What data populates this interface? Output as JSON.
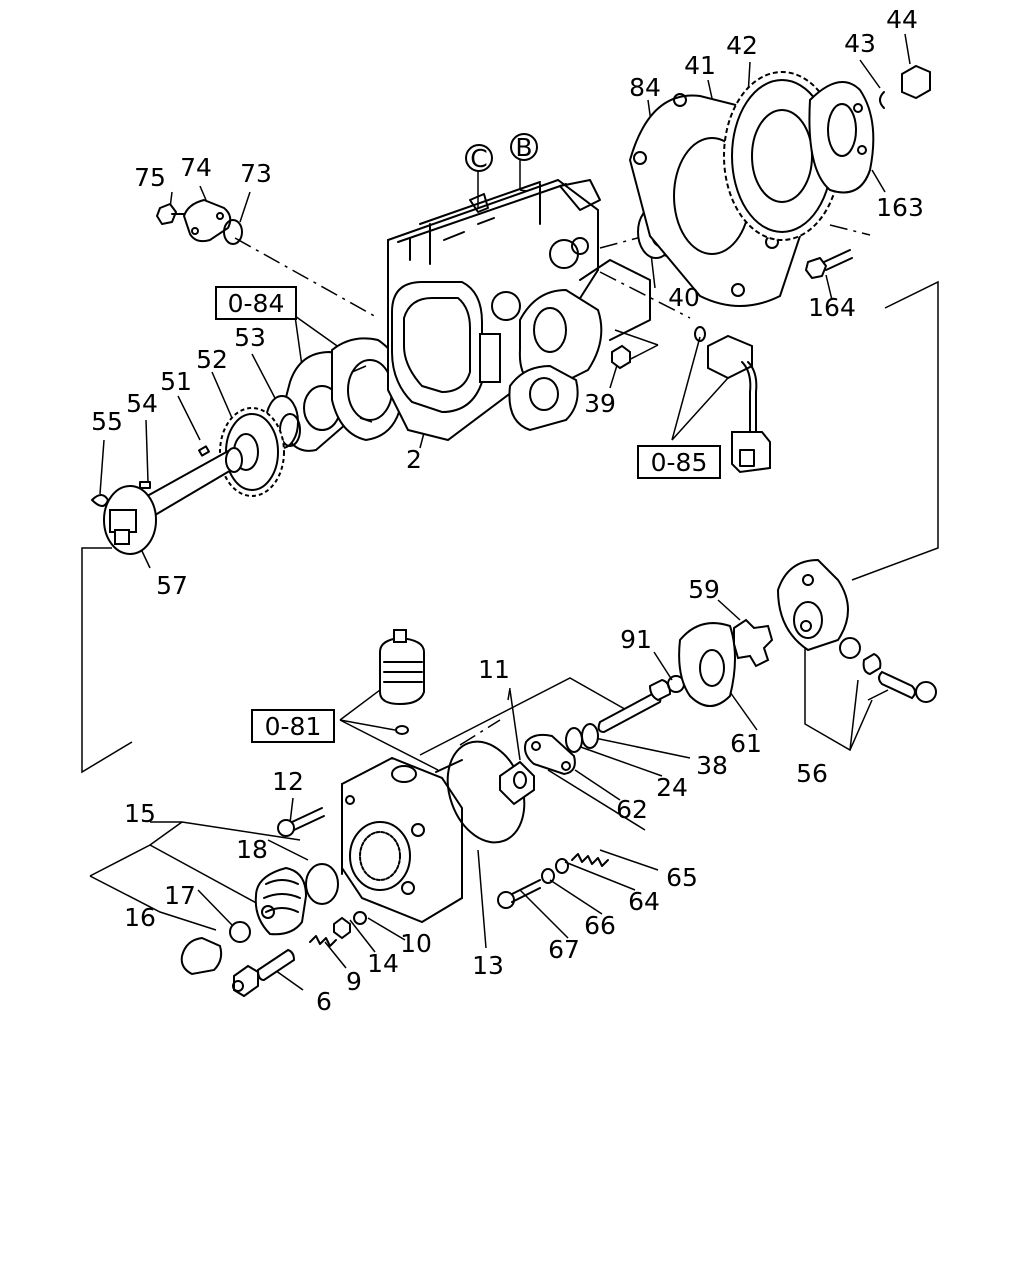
{
  "callouts": {
    "c2": "2",
    "c6": "6",
    "c9": "9",
    "c10": "10",
    "c11": "11",
    "c12": "12",
    "c13": "13",
    "c14": "14",
    "c15": "15",
    "c16": "16",
    "c17": "17",
    "c18": "18",
    "c24": "24",
    "c38": "38",
    "c39": "39",
    "c40": "40",
    "c41": "41",
    "c42": "42",
    "c43": "43",
    "c44": "44",
    "c51": "51",
    "c52": "52",
    "c53": "53",
    "c54": "54",
    "c55": "55",
    "c56": "56",
    "c57": "57",
    "c59": "59",
    "c61": "61",
    "c62": "62",
    "c64": "64",
    "c65": "65",
    "c66": "66",
    "c67": "67",
    "c73": "73",
    "c74": "74",
    "c75": "75",
    "c84": "84",
    "c91": "91",
    "c163": "163",
    "c164": "164"
  },
  "boxed_refs": {
    "r084": "0-84",
    "r085": "0-85",
    "r081": "0-81"
  },
  "circled_refs": {
    "b": "B",
    "c": "C"
  }
}
